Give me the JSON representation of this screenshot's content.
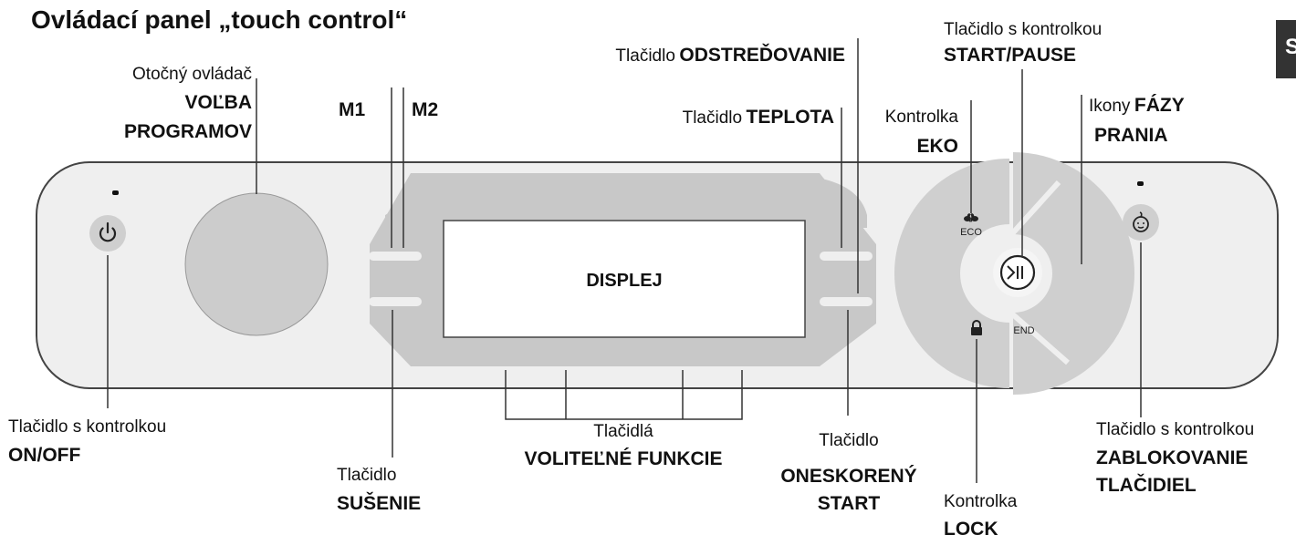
{
  "title": "Ovládací panel „touch control“",
  "side_tab_letter": "S",
  "display_label": "DISPLEJ",
  "panel_icons": {
    "eco": "ECO",
    "end": "END",
    "power": "power-icon",
    "play_pause": "play-pause-icon",
    "lock": "lock-icon",
    "child_lock": "child-face-icon"
  },
  "labels": {
    "dial_line1": "Otočný ovládač",
    "dial_line2": "VOĽBA",
    "dial_line3": "PROGRAMOV",
    "m1": "M1",
    "m2": "M2",
    "spin_prefix": "Tlačidlo",
    "spin_name": "ODSTREĎOVANIE",
    "temp_prefix": "Tlačidlo",
    "temp_name": "TEPLOTA",
    "eko_line1": "Kontrolka",
    "eko_line2": "EKO",
    "start_line1": "Tlačidlo s kontrolkou",
    "start_line2": "START/PAUSE",
    "phases_prefix": "Ikony",
    "phases_name": "FÁZY",
    "phases_line2": "PRANIA",
    "onoff_line1": "Tlačidlo s kontrolkou",
    "onoff_line2": "ON/OFF",
    "dry_line1": "Tlačidlo",
    "dry_line2": "SUŠENIE",
    "options_line1": "Tlačidlá",
    "options_line2": "VOLITEĽNÉ FUNKCIE",
    "delay_line1": "Tlačidlo",
    "delay_line2": "ONESKORENÝ",
    "delay_line3": "START",
    "lock_line1": "Kontrolka",
    "lock_line2": "LOCK",
    "childlock_line1": "Tlačidlo s kontrolkou",
    "childlock_line2": "ZABLOKOVANIE",
    "childlock_line3": "TLAČIDIEL"
  }
}
